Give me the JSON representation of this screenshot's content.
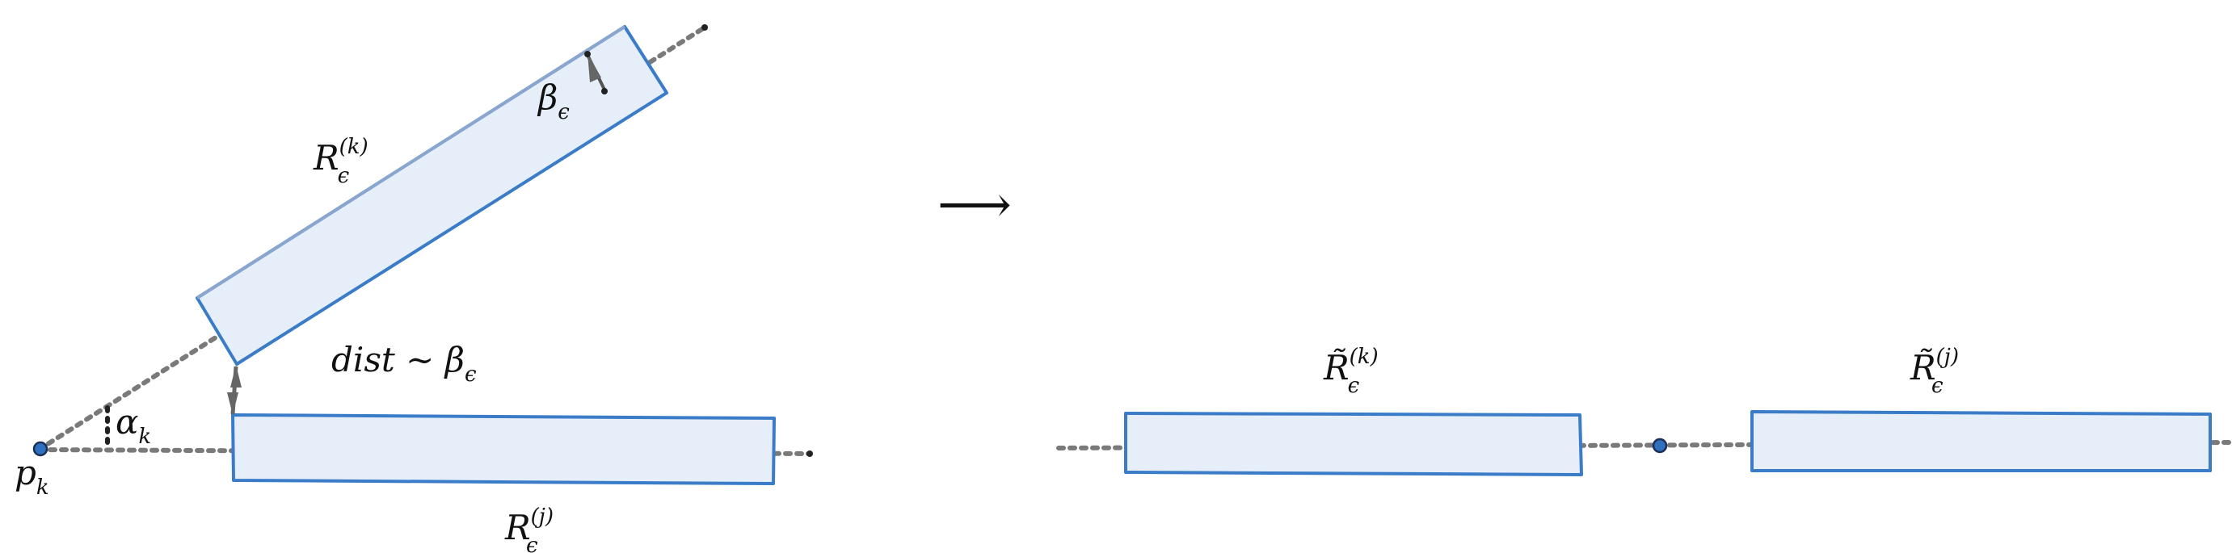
{
  "colors": {
    "rect_fill": "#e6eff9",
    "rect_stroke": "#3a7cc7",
    "axis_dotted": "#7a7a7a",
    "arrow_gray": "#666666",
    "point_fill": "#2f6fbf",
    "text": "#111111"
  },
  "labels": {
    "R_k": {
      "base": "R",
      "sub": "ϵ",
      "sup": "(k)"
    },
    "R_j": {
      "base": "R",
      "sub": "ϵ",
      "sup": "(j)"
    },
    "beta": {
      "base": "β",
      "sub": "ϵ"
    },
    "dist": "dist ∼ β",
    "dist_sub": "ϵ",
    "alpha": {
      "base": "α",
      "sub": "k"
    },
    "p": {
      "base": "p",
      "sub": "k"
    },
    "arrow": "⟶",
    "Rt_k": {
      "base": "R̃",
      "sub": "ϵ",
      "sup": "(k)"
    },
    "Rt_j": {
      "base": "R̃",
      "sub": "ϵ",
      "sup": "(j)"
    }
  }
}
